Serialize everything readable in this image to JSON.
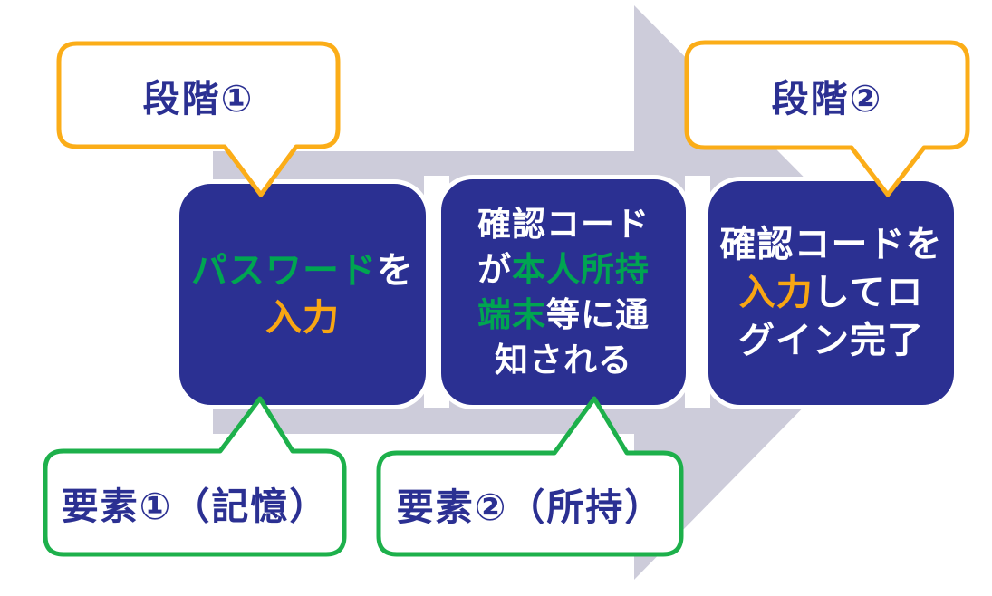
{
  "colors": {
    "navy": "#2b3092",
    "arrow_gray": "#cdccda",
    "green_text": "#00a551",
    "green_border": "#1db04b",
    "orange_text": "#f8a613",
    "orange_border": "#fbad18",
    "step_box_background": "#2b3092",
    "bubble_fill": "#ffffff"
  },
  "callouts": {
    "stage1": {
      "label": "段階①"
    },
    "stage2": {
      "label": "段階②"
    },
    "factor1": {
      "label": "要素①（記憶）"
    },
    "factor2": {
      "label": "要素②（所持）"
    }
  },
  "steps": [
    {
      "name": "password-entry",
      "full_text": "パスワードを入力",
      "lines": [
        [
          {
            "t": "パスワード",
            "c": "green"
          },
          {
            "t": "を",
            "c": "white"
          }
        ],
        [
          {
            "t": "入力",
            "c": "orange"
          }
        ]
      ]
    },
    {
      "name": "code-notification",
      "full_text": "確認コードが本人所持端末等に通知される",
      "lines": [
        [
          {
            "t": "確認コード",
            "c": "white"
          }
        ],
        [
          {
            "t": "が",
            "c": "white"
          },
          {
            "t": "本人所持",
            "c": "green"
          }
        ],
        [
          {
            "t": "端末",
            "c": "green"
          },
          {
            "t": "等に通",
            "c": "white"
          }
        ],
        [
          {
            "t": "知される",
            "c": "white"
          }
        ]
      ]
    },
    {
      "name": "code-entry-login",
      "full_text": "確認コードを入力してログイン完了",
      "lines": [
        [
          {
            "t": "確認コードを",
            "c": "white"
          }
        ],
        [
          {
            "t": "入力",
            "c": "orange"
          },
          {
            "t": "してロ",
            "c": "white"
          }
        ],
        [
          {
            "t": "グイン完了",
            "c": "white"
          }
        ]
      ]
    }
  ]
}
